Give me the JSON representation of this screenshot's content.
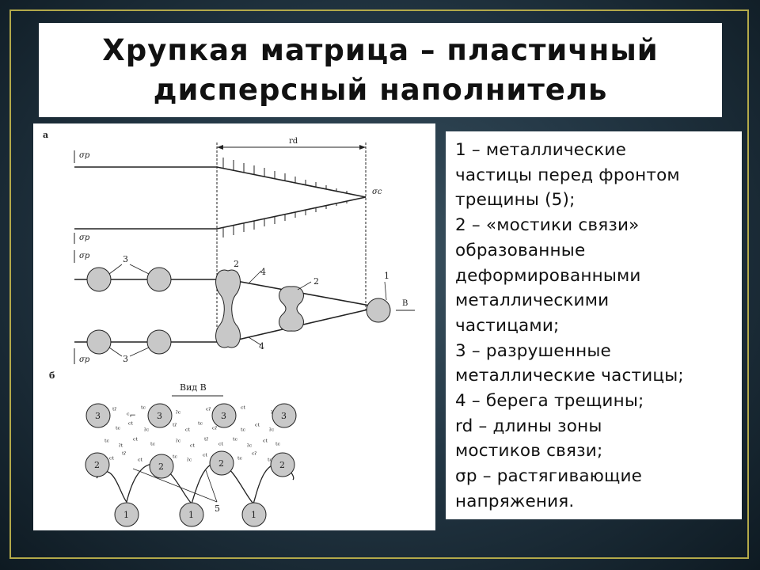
{
  "slide": {
    "title_lines": [
      "Хрупкая матрица – пластичный",
      "дисперсный наполнитель"
    ]
  },
  "diagram": {
    "panel_a": "а",
    "panel_b": "б",
    "sigma_p": "σp",
    "sigma_c": "σc",
    "rd": "rd",
    "view_b_marker": "B",
    "view_b_title": "Вид B",
    "numbers": {
      "one": "1",
      "two": "2",
      "three": "3",
      "four": "4",
      "five": "5"
    }
  },
  "legend": [
    {
      "text": "1 – металлические\nчастицы перед фронтом\nтрещины (5);"
    },
    {
      "text": "2 – «мостики связи»\nобразованные\nдеформированными\nметаллическими\nчастицами;"
    },
    {
      "text": "3 – разрушенные\nметаллические частицы;"
    },
    {
      "text": "4 – берега трещины;"
    },
    {
      "text": "rd – длины зоны\nмостиков связи;"
    },
    {
      "text": "σр – растягивающие\nнапряжения."
    }
  ]
}
